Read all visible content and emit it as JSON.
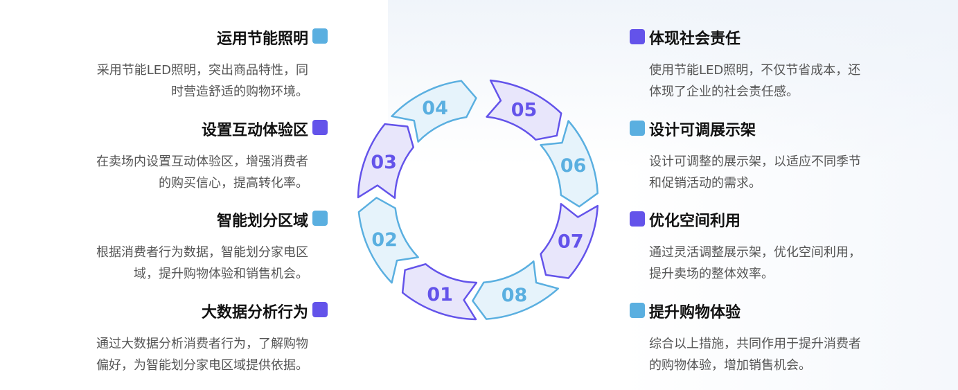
{
  "colors": {
    "blue": "#5aafe0",
    "purple": "#6353ea",
    "blue_fill": "#e6f3fb",
    "purple_fill": "#e8e6fb"
  },
  "left_items": [
    {
      "title": "运用节能照明",
      "desc_lines": [
        "采用节能LED照明，突出商品特性，同",
        "时营造舒适的购物环境。"
      ],
      "marker": "blue"
    },
    {
      "title": "设置互动体验区",
      "desc_lines": [
        "在卖场内设置互动体验区，增强消费者",
        "的购买信心，提高转化率。"
      ],
      "marker": "purple"
    },
    {
      "title": "智能划分区域",
      "desc_lines": [
        "根据消费者行为数据，智能划分家电区",
        "域，提升购物体验和销售机会。"
      ],
      "marker": "blue"
    },
    {
      "title": "大数据分析行为",
      "desc_lines": [
        "通过大数据分析消费者行为，了解购物",
        "偏好，为智能划分家电区域提供依据。"
      ],
      "marker": "purple"
    }
  ],
  "right_items": [
    {
      "title": "体现社会责任",
      "desc_lines": [
        "使用节能LED照明，不仅节省成本，还",
        "体现了企业的社会责任感。"
      ],
      "marker": "purple"
    },
    {
      "title": "设计可调展示架",
      "desc_lines": [
        "设计可调整的展示架，以适应不同季节",
        "和促销活动的需求。"
      ],
      "marker": "blue"
    },
    {
      "title": "优化空间利用",
      "desc_lines": [
        "通过灵活调整展示架，优化空间利用，",
        "提升卖场的整体效率。"
      ],
      "marker": "purple"
    },
    {
      "title": "提升购物体验",
      "desc_lines": [
        "综合以上措施，共同作用于提升消费者",
        "的购物体验，增加销售机会。"
      ],
      "marker": "blue"
    }
  ],
  "cycle": [
    {
      "label": "01",
      "color": "purple"
    },
    {
      "label": "02",
      "color": "blue"
    },
    {
      "label": "03",
      "color": "purple"
    },
    {
      "label": "04",
      "color": "blue"
    },
    {
      "label": "05",
      "color": "purple"
    },
    {
      "label": "06",
      "color": "blue"
    },
    {
      "label": "07",
      "color": "purple"
    },
    {
      "label": "08",
      "color": "blue"
    }
  ]
}
